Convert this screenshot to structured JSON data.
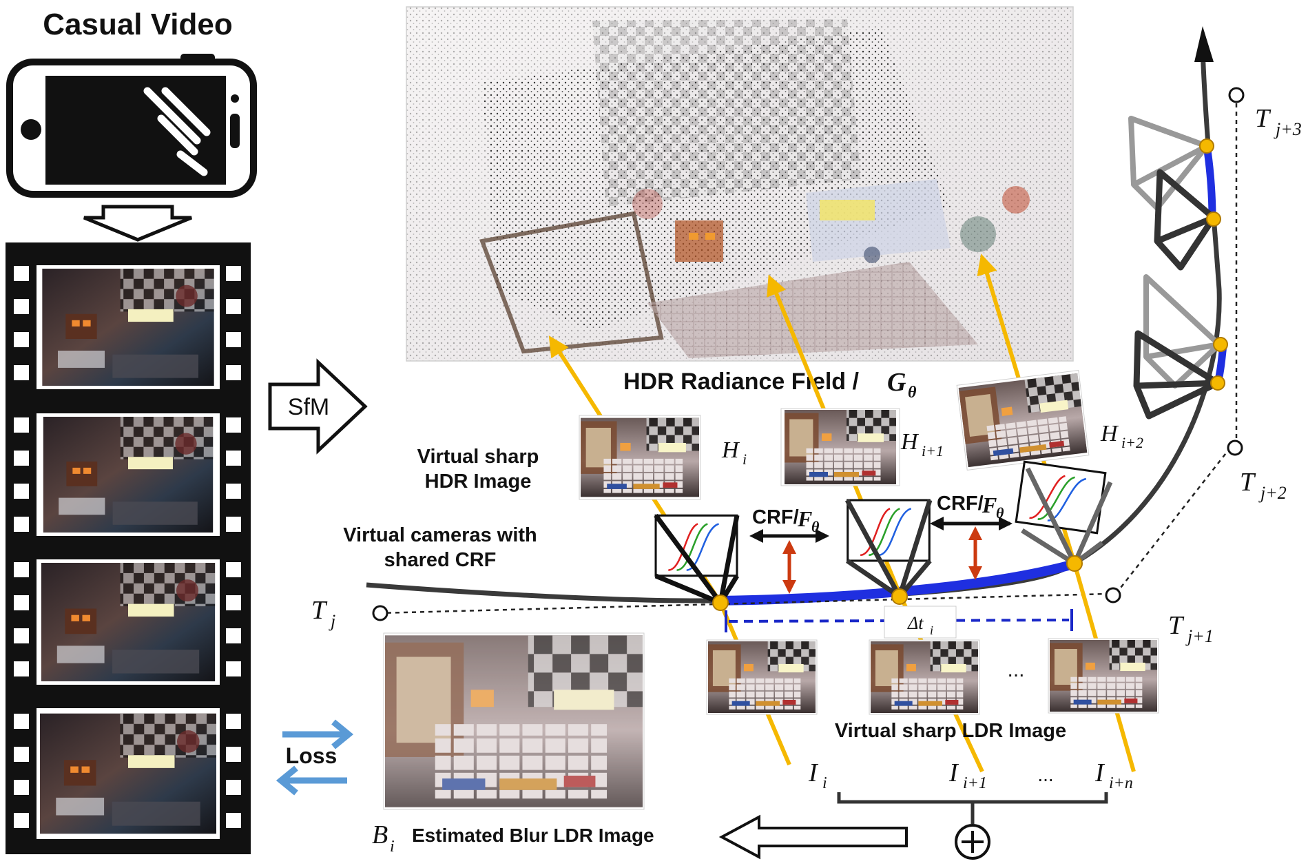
{
  "title": "Casual Video",
  "labels": {
    "sfm": "SfM",
    "loss": "Loss",
    "hdr_field": "HDR Radiance Field /",
    "hdr_field_symbol": "G",
    "hdr_field_symbol_sub": "θ",
    "virtual_sharp_hdr_line1": "Virtual sharp",
    "virtual_sharp_hdr_line2": "HDR Image",
    "virtual_cameras_line1": "Virtual cameras with",
    "virtual_cameras_line2": "shared CRF",
    "crf": "CRF/",
    "crf_symbol": "F",
    "crf_symbol_sub": "θ",
    "virtual_sharp_ldr": "Virtual sharp LDR Image",
    "estimated_blur": "Estimated Blur LDR Image",
    "ellipsis": "...",
    "delta_t": "Δt",
    "delta_t_sub": "i"
  },
  "hdr_images": [
    {
      "main": "H",
      "sub": "i"
    },
    {
      "main": "H",
      "sub": "i+1"
    },
    {
      "main": "H",
      "sub": "i+2"
    }
  ],
  "ldr_images": [
    {
      "main": "I",
      "sub": "i"
    },
    {
      "main": "I",
      "sub": "i+1"
    },
    {
      "main": "I",
      "sub": "i+n"
    }
  ],
  "blur_image": {
    "main": "B",
    "sub": "i"
  },
  "poses": [
    {
      "main": "T",
      "sub": "j"
    },
    {
      "main": "T",
      "sub": "j+1"
    },
    {
      "main": "T",
      "sub": "j+2"
    },
    {
      "main": "T",
      "sub": "j+3"
    }
  ],
  "colors": {
    "trajectory": "#3a3a3a",
    "exposure_segment": "#1f2fe0",
    "ray": "#f5b800",
    "control_point": "#f5b800",
    "crf_red": "#e02020",
    "crf_green": "#2aa02a",
    "crf_blue": "#2060e0",
    "time_arrow": "#cc3a10",
    "loss_arrow": "#5a9ad6",
    "interval": "#1a28c8"
  }
}
